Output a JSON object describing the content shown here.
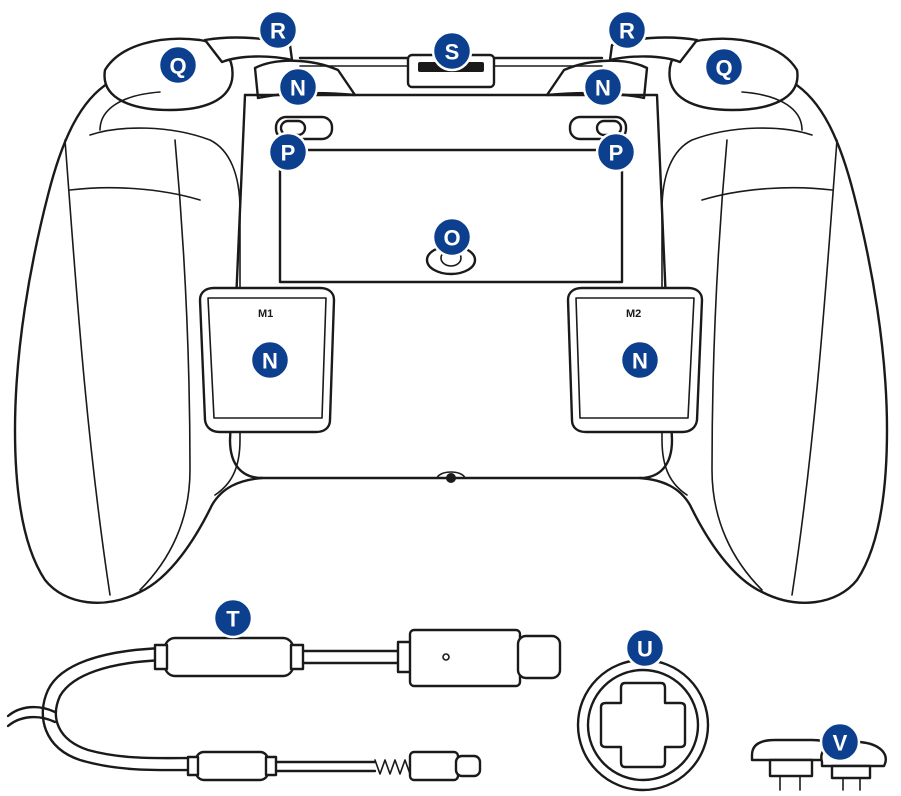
{
  "diagram": {
    "callouts": {
      "q_left": "Q",
      "q_right": "Q",
      "r_left": "R",
      "r_right": "R",
      "s": "S",
      "n_top_left": "N",
      "n_top_right": "N",
      "p_left": "P",
      "p_right": "P",
      "o": "O",
      "n_paddle_left": "N",
      "n_paddle_right": "N",
      "t": "T",
      "u": "U",
      "v": "V"
    },
    "paddle_labels": {
      "left": "M1",
      "right": "M2"
    },
    "colors": {
      "badge_fill": "#0d3f8f",
      "line": "#1a1a1a"
    }
  }
}
